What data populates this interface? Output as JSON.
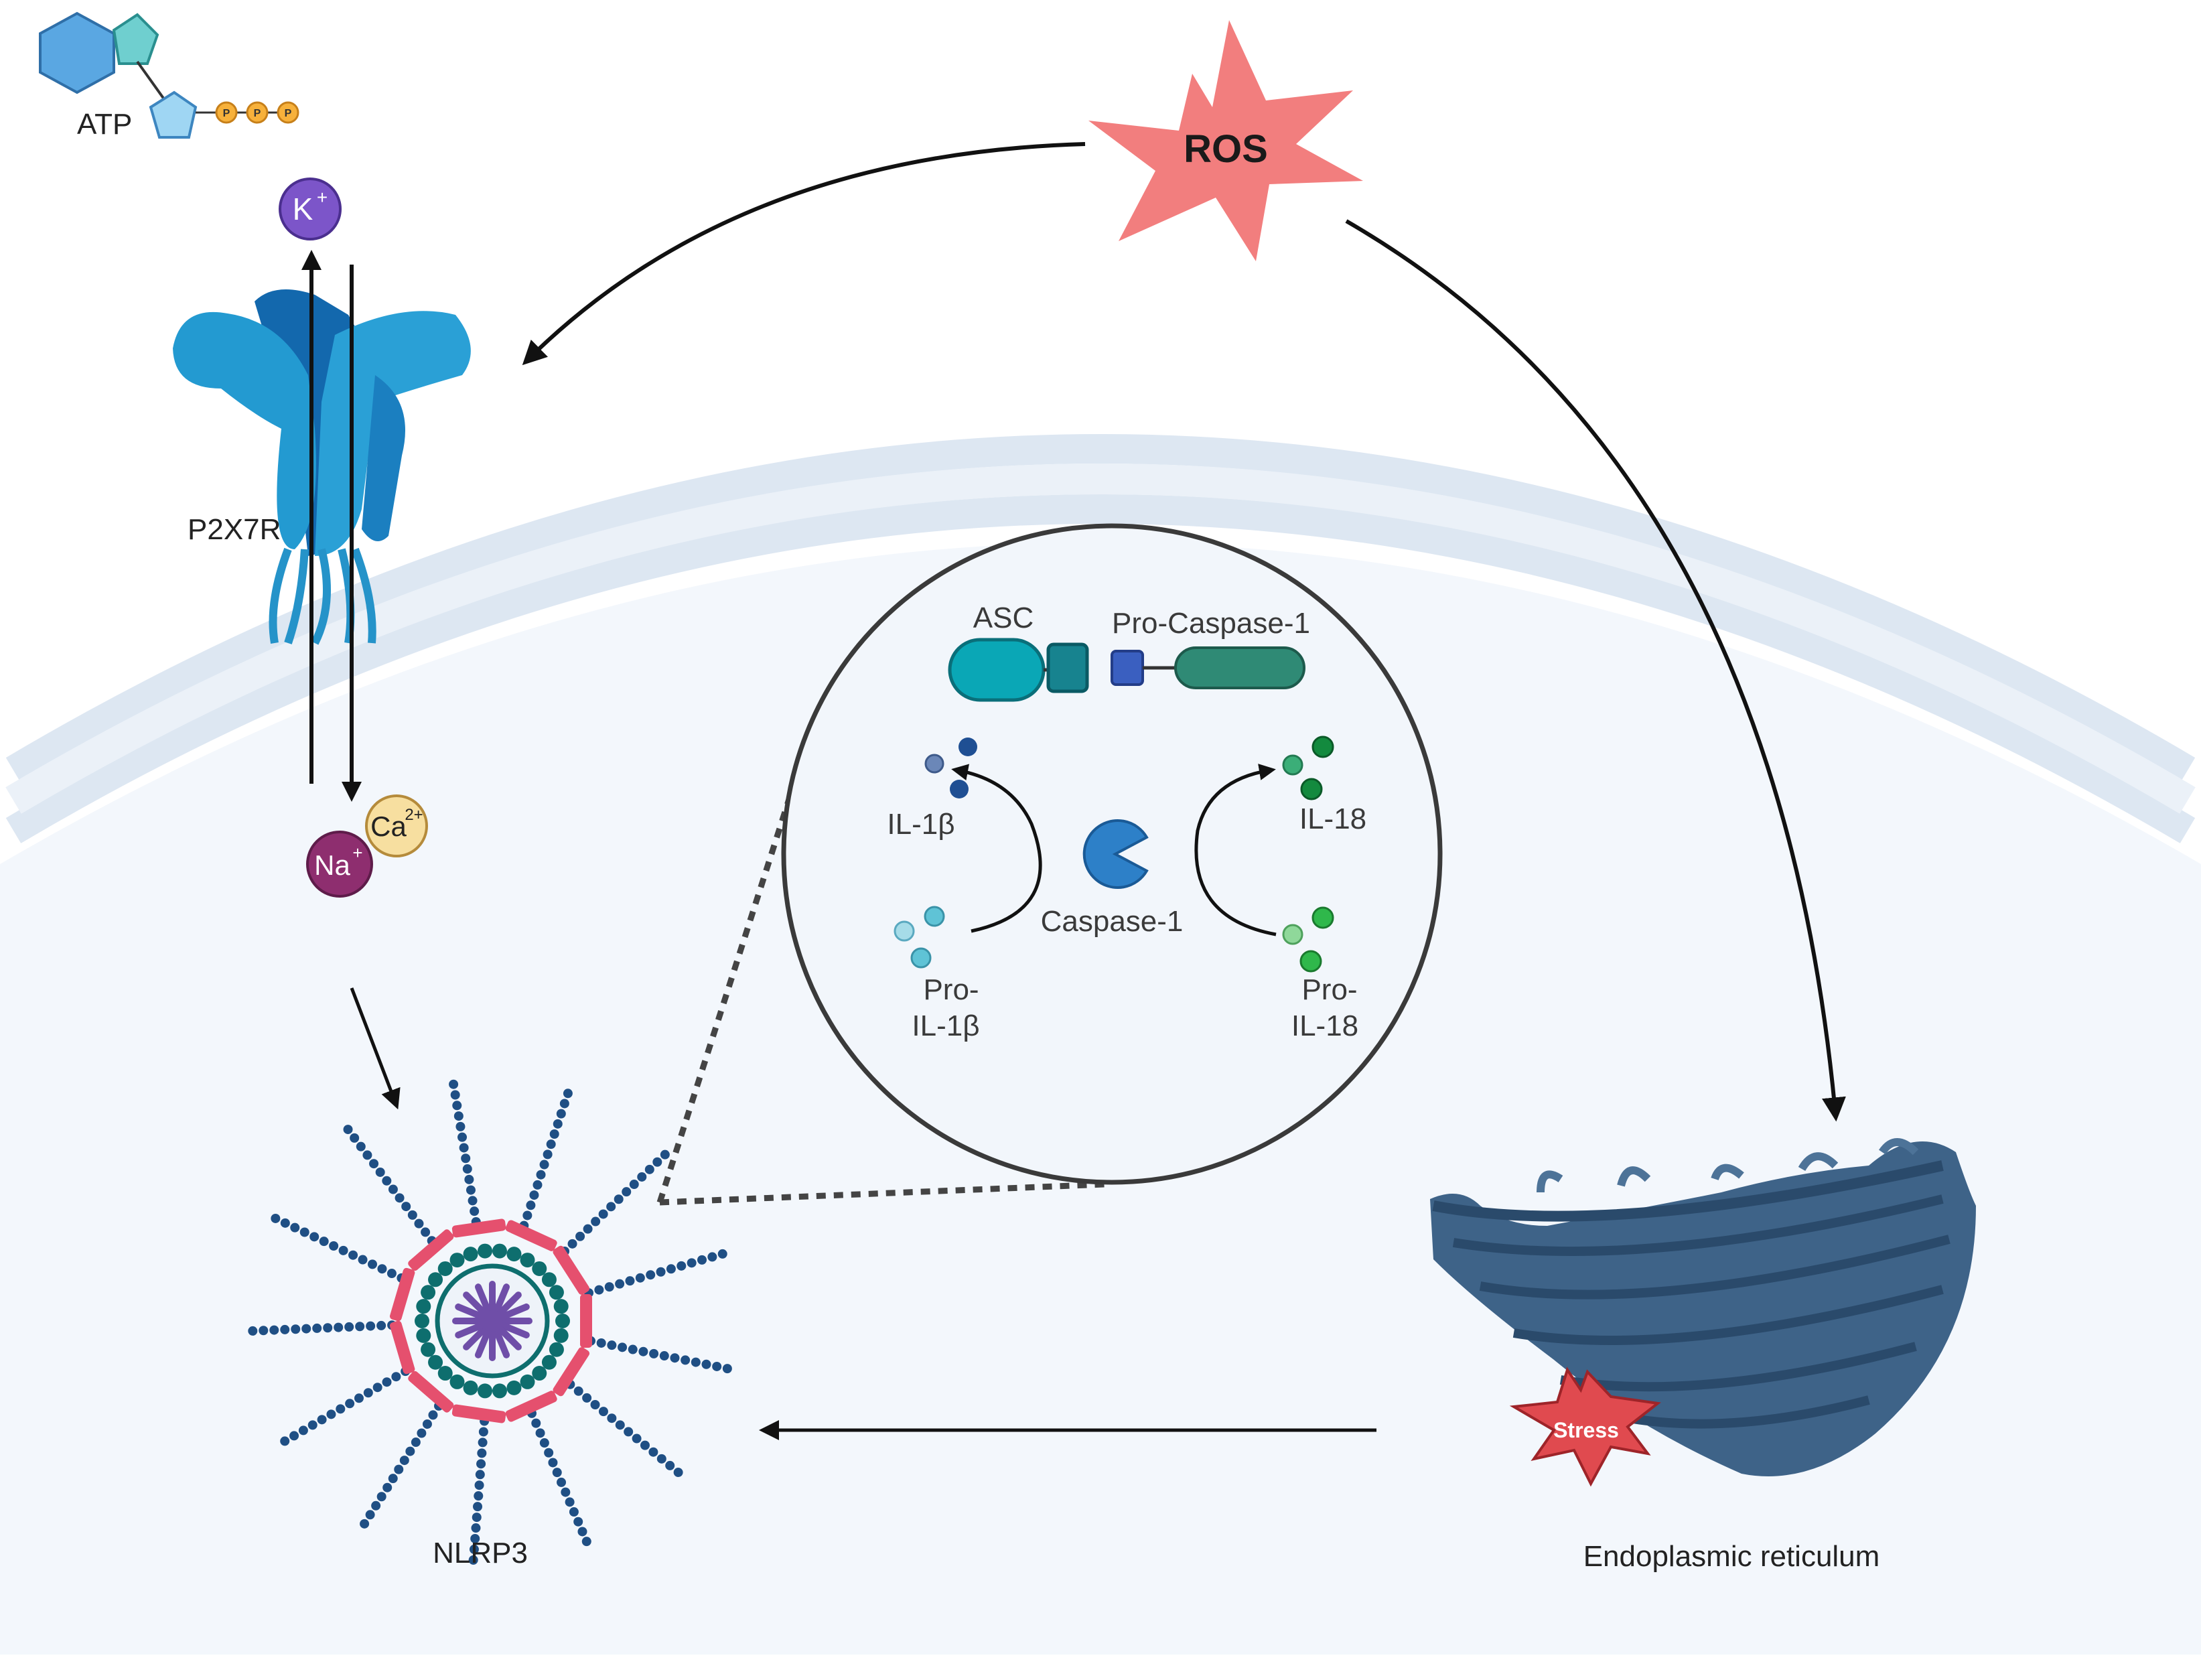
{
  "labels": {
    "atp": "ATP",
    "ros": "ROS",
    "p2x7r": "P2X7R",
    "potassium_base": "K",
    "potassium_sup": "+",
    "sodium_base": "Na",
    "sodium_sup": "+",
    "calcium_base": "Ca",
    "calcium_sup": "2+",
    "phosphate": "P",
    "asc": "ASC",
    "pro_caspase_1": "Pro-Caspase-1",
    "il_1b": "IL-1β",
    "il_18": "IL-18",
    "caspase_1": "Caspase-1",
    "pro_il_1b_line1": "Pro-",
    "pro_il_1b_line2": "IL-1β",
    "pro_il_18_line1": "Pro-",
    "pro_il_18_line2": "IL-18",
    "nlrp3": "NLRP3",
    "stress": "Stress",
    "er": "Endoplasmic reticulum"
  },
  "colors": {
    "ros": "#f27e7e",
    "stress": "#e04a4f",
    "membrane": "#dce6f1",
    "cytoplasm": "#f4f8fd",
    "p2x7r": "#2196c9",
    "potassium": "#7c55c9",
    "sodium": "#8e2e6f",
    "calcium": "#f7dfa0",
    "asc": "#0aa7b6",
    "pro_caspase": "#2f8a75",
    "caspase": "#2d80c8",
    "er": "#3e6388",
    "nlrp3_pink": "#e5506e",
    "nlrp3_teal": "#0e6e6e",
    "nlrp3_purple": "#6f4ea8",
    "nlrp3_beads": "#1f4f84"
  },
  "icons": [
    "atp-molecule-icon",
    "ros-burst-icon",
    "p2x7r-receptor-icon",
    "nlrp3-inflammasome-icon",
    "caspase-pacman-icon",
    "er-organelle-icon",
    "stress-burst-icon"
  ]
}
